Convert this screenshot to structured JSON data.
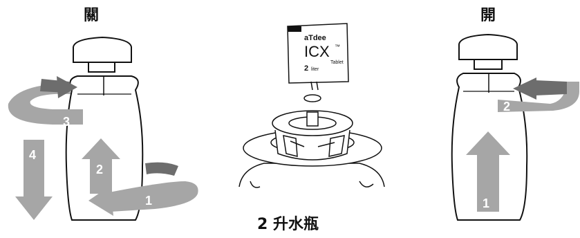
{
  "titles": {
    "close": "關",
    "open": "開"
  },
  "caption": "2 升水瓶",
  "packet": {
    "brand": "aTdee",
    "product": "ICX",
    "tm": "™",
    "sub": "Tablet",
    "volume_num": "2",
    "volume_unit": "liter"
  },
  "steps_close": [
    "1",
    "2",
    "3",
    "4"
  ],
  "steps_open": [
    "1",
    "2"
  ],
  "colors": {
    "arrow": "#a6a6a6",
    "arrow_dark": "#6d6d6d",
    "outline": "#111111"
  }
}
